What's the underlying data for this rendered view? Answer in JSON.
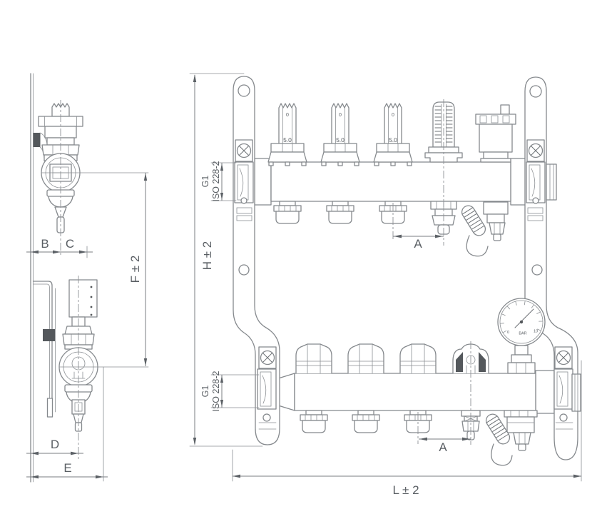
{
  "colors": {
    "line": "#85898d",
    "dimension_line": "#787c80",
    "text": "#5a5f64",
    "dark_fill": "#54585c",
    "background": "#ffffff"
  },
  "side_view": {
    "dim_b": "B",
    "dim_c": "C",
    "dim_d": "D",
    "dim_e": "E",
    "dim_f": "F ± 2"
  },
  "front_view": {
    "dim_h": "H ± 2",
    "dim_l": "L ± 2",
    "dim_a_top": "A",
    "dim_a_bottom": "A",
    "top_thread": {
      "size": "G1",
      "standard": "ISO 228-2"
    },
    "bottom_thread": {
      "size": "G1",
      "standard": "ISO 228-2"
    },
    "flow_meters": [
      {
        "zero": "0",
        "scale": "5.0"
      },
      {
        "zero": "0",
        "scale": "5.0"
      },
      {
        "zero": "0",
        "scale": "5.0"
      }
    ],
    "gauge": {
      "min": "0",
      "unit": "BAR",
      "max": "10"
    }
  }
}
